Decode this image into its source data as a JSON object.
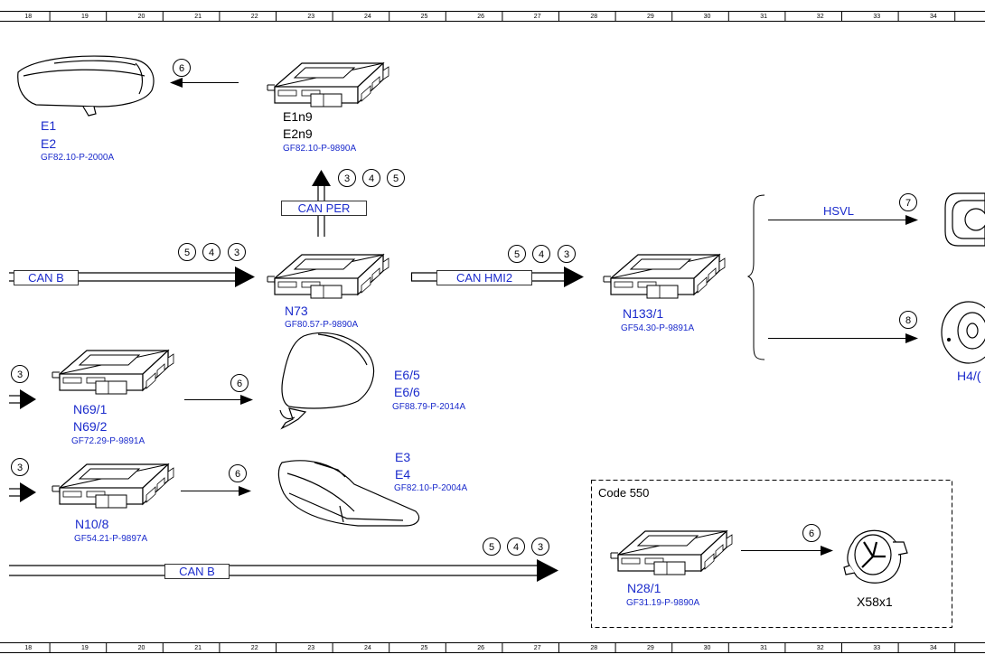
{
  "ruler": {
    "columns": [
      "18",
      "19",
      "20",
      "21",
      "22",
      "23",
      "24",
      "25",
      "26",
      "27",
      "28",
      "29",
      "30",
      "31",
      "32",
      "33",
      "34"
    ]
  },
  "components": {
    "headlamp": {
      "lines": [
        "E1",
        "E2"
      ],
      "ref": "GF82.10-P-2000A"
    },
    "e1n9": {
      "lines": [
        "E1n9",
        "E2n9"
      ],
      "ref": "GF82.10-P-9890A"
    },
    "n73": {
      "lines": [
        "N73"
      ],
      "ref": "GF80.57-P-9890A"
    },
    "n133": {
      "lines": [
        "N133/1"
      ],
      "ref": "GF54.30-P-9891A"
    },
    "n69": {
      "lines": [
        "N69/1",
        "N69/2"
      ],
      "ref": "GF72.29-P-9891A"
    },
    "mirror": {
      "lines": [
        "E6/5",
        "E6/6"
      ],
      "ref": "GF88.79-P-2014A"
    },
    "n108": {
      "lines": [
        "N10/8"
      ],
      "ref": "GF54.21-P-9897A"
    },
    "taillamp": {
      "lines": [
        "E3",
        "E4"
      ],
      "ref": "GF82.10-P-2004A"
    },
    "n28": {
      "lines": [
        "N28/1"
      ],
      "ref": "GF31.19-P-9890A"
    },
    "x58": {
      "lines": [
        "X58x1"
      ]
    },
    "h4": {
      "lines": [
        "H4/("
      ]
    }
  },
  "buses": {
    "can_per": "CAN PER",
    "can_b_top": "CAN B",
    "can_hmi2": "CAN HMI2",
    "can_b_bottom": "CAN B",
    "hsvl": "HSVL"
  },
  "circles": {
    "headlamp_arrow": [
      "6"
    ],
    "can_per": [
      "3",
      "4",
      "5"
    ],
    "can_b_top": [
      "5",
      "4",
      "3"
    ],
    "can_hmi2": [
      "5",
      "4",
      "3"
    ],
    "hsvl": [
      "7"
    ],
    "h4_arrow": [
      "8"
    ],
    "n69_in": [
      "3"
    ],
    "n69_out": [
      "6"
    ],
    "n108_in": [
      "3"
    ],
    "n108_out": [
      "6"
    ],
    "can_b_bottom": [
      "5",
      "4",
      "3"
    ],
    "n28_out": [
      "6"
    ]
  },
  "option_box": {
    "label": "Code 550"
  },
  "colors": {
    "reference_text": "#1b2bcc",
    "lines": "#000000",
    "background": "#ffffff"
  }
}
